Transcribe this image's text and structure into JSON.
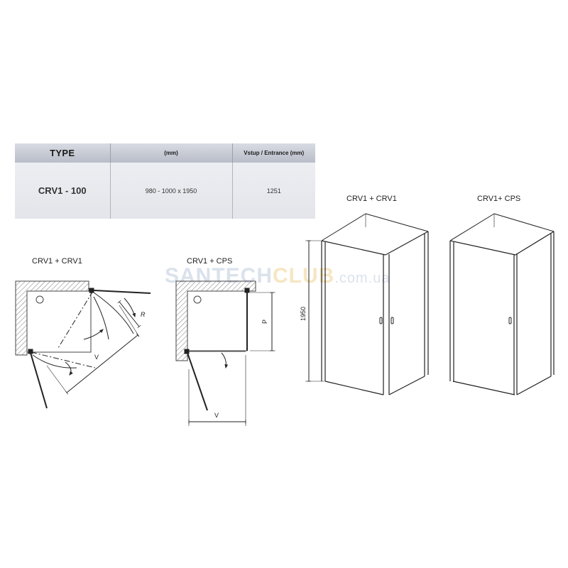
{
  "table": {
    "headers": [
      "TYPE",
      "(mm)",
      "Vstup / Entrance (mm)"
    ],
    "row": [
      "CRV1 - 100",
      "980 - 1000 x 1950",
      "1251"
    ]
  },
  "plans": {
    "left_title": "CRV1 + CRV1",
    "middle_title": "CRV1 + CPS",
    "dim_r": "R",
    "dim_v": "V",
    "dim_p": "P",
    "dim_v2": "V"
  },
  "views": {
    "left_title": "CRV1 + CRV1",
    "right_title": "CRV1+ CPS",
    "height_dim": "1950"
  },
  "watermark": {
    "part_a": "SANTECH",
    "part_b": "CLUB",
    "part_c": ".com.ua"
  }
}
